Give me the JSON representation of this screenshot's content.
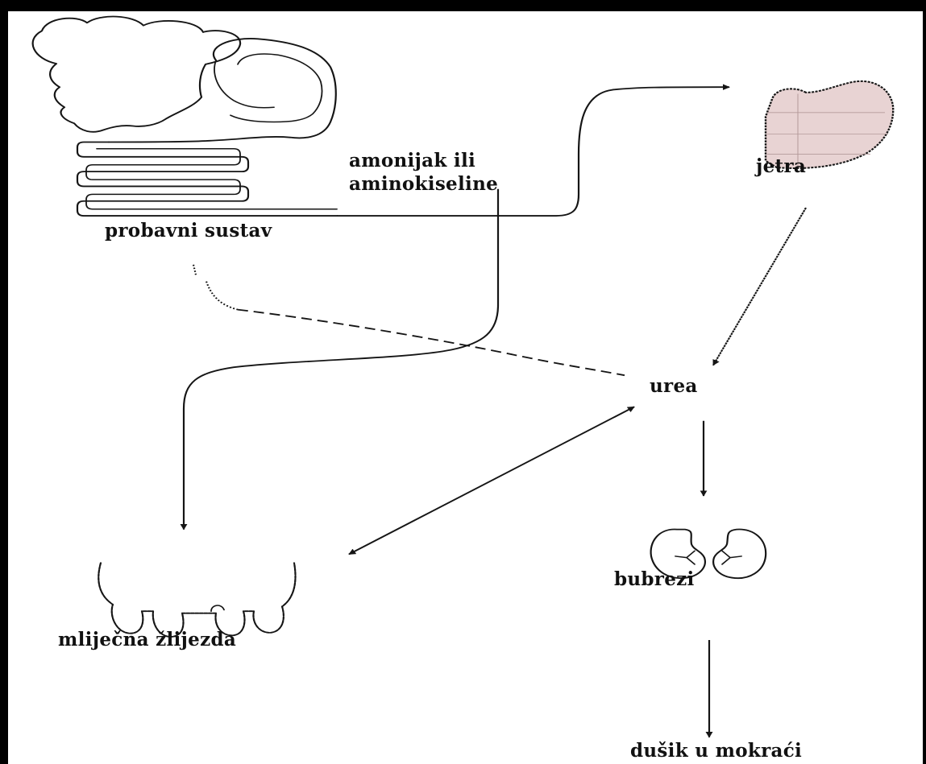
{
  "labels": {
    "digestive": "probavni sustav",
    "ammonia_line1": "amonijak ili",
    "ammonia_line2": "aminokiseline",
    "liver": "jetra",
    "urea": "urea",
    "kidneys": "bubrezi",
    "mammary": "mliječna žlijezda",
    "urine_nitrogen": "dušik u mokraći"
  },
  "colors": {
    "liver_fill": "#e8d3d3",
    "ink": "#151515",
    "frame": "#000000"
  },
  "icons": {
    "digestive": "digestive-system-illustration",
    "liver": "liver-illustration",
    "kidneys": "kidneys-illustration",
    "mammary": "udder-illustration"
  }
}
